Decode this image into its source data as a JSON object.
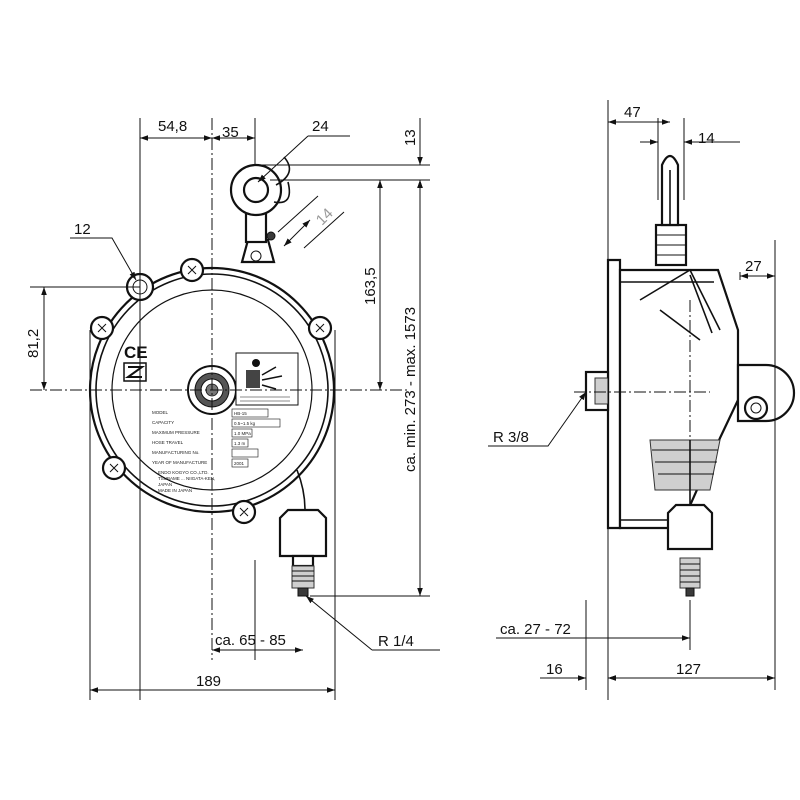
{
  "dimensions": {
    "d_54_8": "54,8",
    "d_35": "35",
    "d_24": "24",
    "d_13": "13",
    "d_14_hook": "14",
    "d_12": "12",
    "d_81_2": "81,2",
    "d_163_5": "163,5",
    "d_stroke": "ca. min. 273 - max. 1573",
    "d_65_85": "ca. 65 - 85",
    "d_r14": "R 1/4",
    "d_189": "189",
    "d_47": "47",
    "d_14_side": "14",
    "d_27": "27",
    "d_r38": "R 3/8",
    "d_27_72": "ca. 27 - 72",
    "d_16": "16",
    "d_127": "127"
  },
  "nameplate": {
    "ce_mark": "CE",
    "model": "MODEL",
    "capacity": "CAPACITY",
    "max_pressure": "MAXIMUM PRESSURE",
    "hose_travel": "HOSE TRAVEL",
    "manufacturing_no": "MANUFACTURING No.",
    "year": "YEAR OF MANUFACTURE",
    "val_model": "HB-15",
    "val_capacity": "0.5~1.5 kg",
    "val_pressure": "1.0 MPa",
    "val_travel": "1.3 m",
    "val_year": "2001",
    "maker1": "ENDO KOGYO CO.,LTD.",
    "maker2": "TSUBAME ... NIIGATA-KEN,",
    "maker3": "JAPAN",
    "maker4": "MADE IN JAPAN"
  }
}
